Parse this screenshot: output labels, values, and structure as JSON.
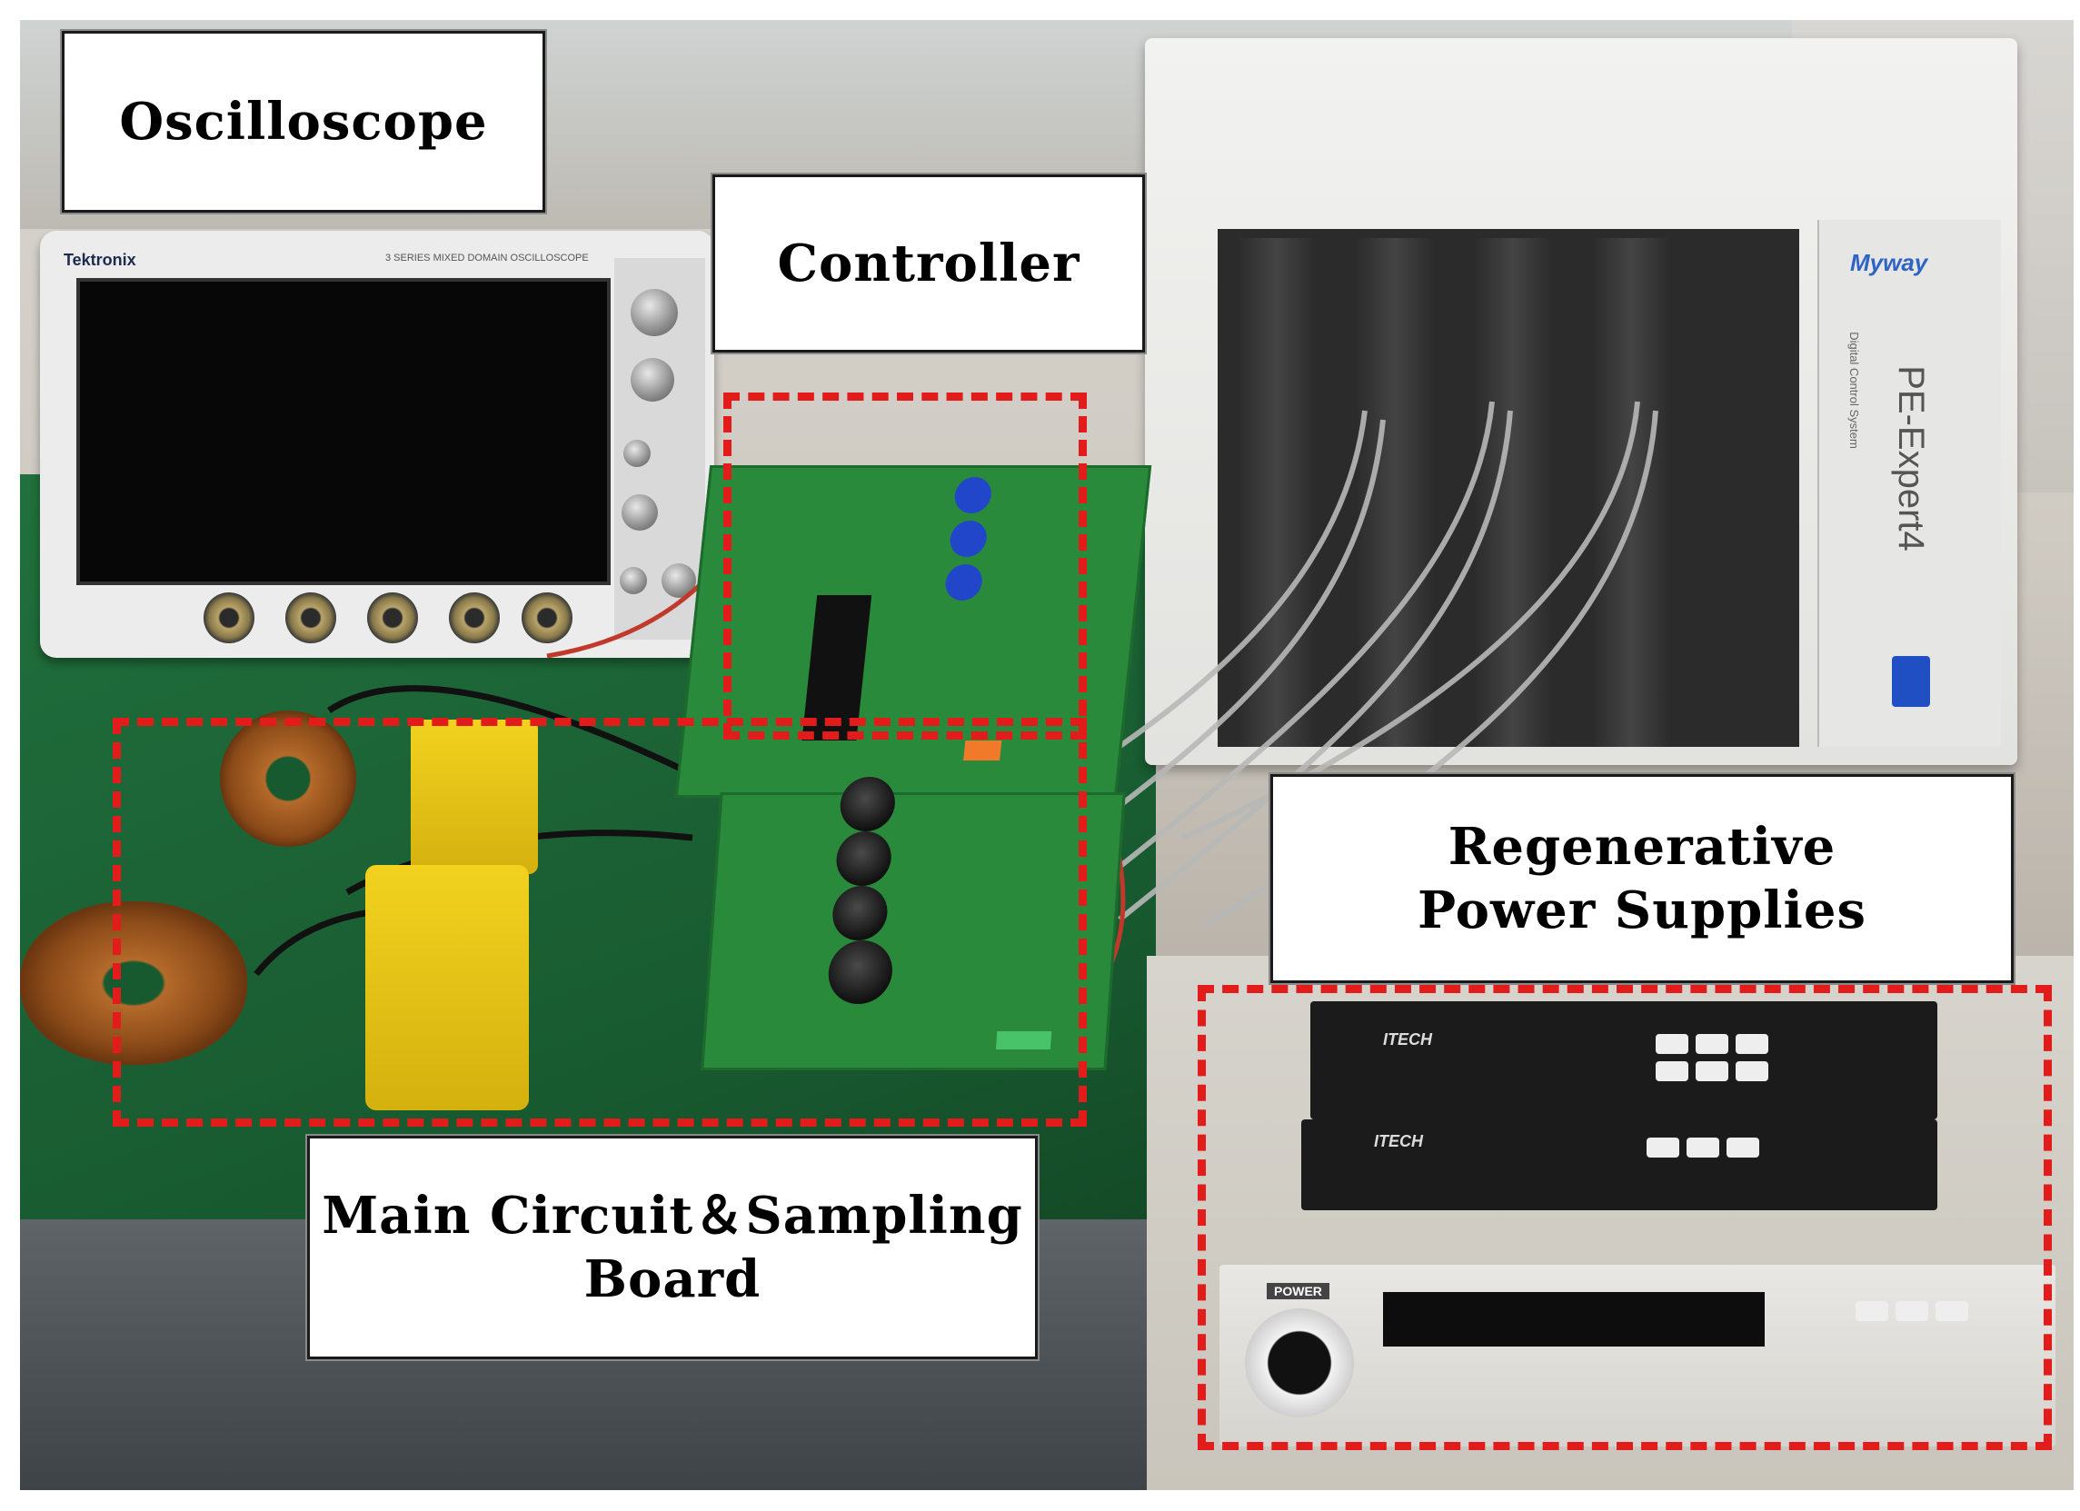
{
  "labels": {
    "oscilloscope": "Oscilloscope",
    "controller": "Controller",
    "power_supplies_line1": "Regenerative",
    "power_supplies_line2": "Power Supplies",
    "main_board_line1": "Main Circuit＆Sampling",
    "main_board_line2": "Board"
  },
  "colors": {
    "dashed_frame": "#e21b1b",
    "bench_green": "#1f6a3a",
    "pcb_green": "#2a8a3c"
  },
  "device_text": {
    "scope_brand": "Tektronix",
    "scope_series": "3 SERIES   MIXED DOMAIN OSCILLOSCOPE",
    "controller_brand": "Myway",
    "controller_model": "PE-Expert4",
    "controller_subtitle": "Digital Control System",
    "supply_brand_1": "ITECH",
    "supply_brand_2": "ITECH",
    "supply_power_label": "POWER"
  }
}
